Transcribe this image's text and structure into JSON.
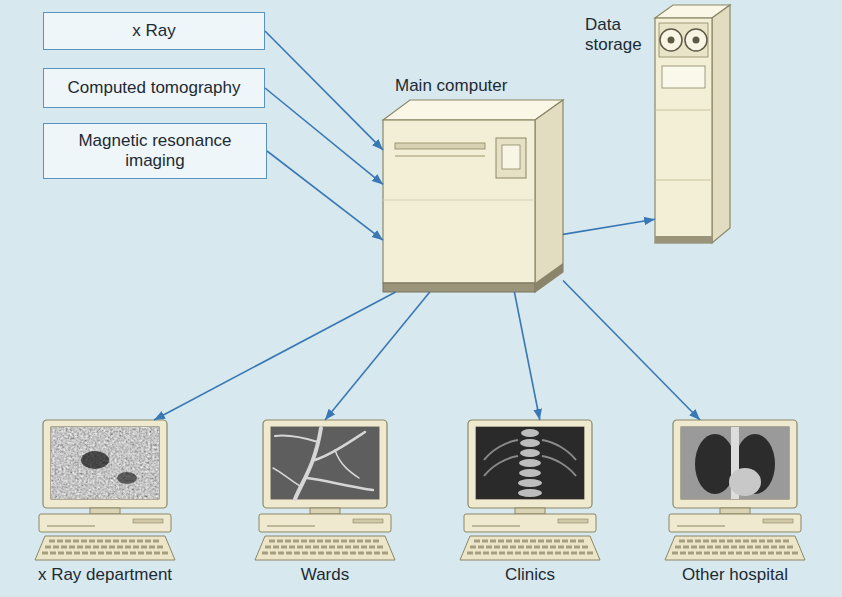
{
  "diagram": {
    "nodes": [
      {
        "text": [
          "x Ray"
        ]
      },
      {
        "text": [
          "Computed tomography"
        ]
      },
      {
        "text": [
          "Magnetic resonance imaging"
        ]
      },
      {
        "text": [
          "Main computer"
        ]
      },
      {
        "text": [
          "Data storage"
        ]
      },
      {
        "text": [
          "x Ray department"
        ]
      },
      {
        "text": [
          "Wards"
        ]
      },
      {
        "text": [
          "Clinics"
        ]
      },
      {
        "text": [
          "Other hospital"
        ]
      }
    ],
    "edges": [
      {
        "from": 0,
        "to": 3,
        "arrow": "to"
      },
      {
        "from": 1,
        "to": 3,
        "arrow": "to"
      },
      {
        "from": 2,
        "to": 3,
        "arrow": "to"
      },
      {
        "from": 3,
        "to": 4,
        "arrow": "to"
      },
      {
        "from": 3,
        "to": 5,
        "arrow": "to"
      },
      {
        "from": 3,
        "to": 6,
        "arrow": "to"
      },
      {
        "from": 3,
        "to": 7,
        "arrow": "to"
      },
      {
        "from": 3,
        "to": 8,
        "arrow": "to"
      }
    ]
  }
}
